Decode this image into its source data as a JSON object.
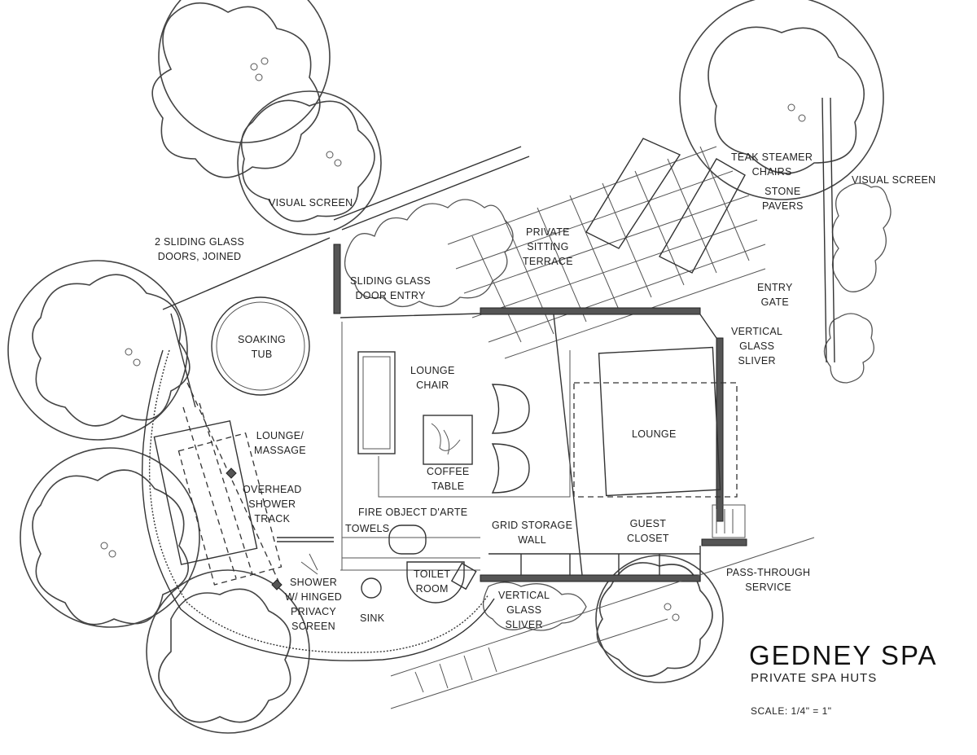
{
  "title": "GEDNEY SPA",
  "subtitle": "PRIVATE SPA HUTS",
  "scale": "SCALE: 1/4\" = 1\"",
  "labels": {
    "visual_screen_left": "VISUAL SCREEN",
    "sliding_doors": [
      "2 SLIDING GLASS",
      "DOORS, JOINED"
    ],
    "soaking_tub": [
      "SOAKING",
      "TUB"
    ],
    "sliding_entry": [
      "SLIDING GLASS",
      "DOOR ENTRY"
    ],
    "private_terrace": [
      "PRIVATE",
      "SITTING",
      "TERRACE"
    ],
    "teak_chairs": [
      "TEAK STEAMER",
      "CHAIRS"
    ],
    "stone_pavers": [
      "STONE",
      "PAVERS"
    ],
    "visual_screen_right": "VISUAL SCREEN",
    "entry_gate": [
      "ENTRY",
      "GATE"
    ],
    "vertical_glass_upper": [
      "VERTICAL",
      "GLASS",
      "SLIVER"
    ],
    "lounge_chair": [
      "LOUNGE",
      "CHAIR"
    ],
    "lounge_massage": [
      "LOUNGE/",
      "MASSAGE"
    ],
    "coffee_table": [
      "COFFEE",
      "TABLE"
    ],
    "lounge": "LOUNGE",
    "overhead_shower": [
      "OVERHEAD",
      "SHOWER",
      "TRACK"
    ],
    "fire_object": "FIRE OBJECT D'ARTE",
    "towels": "TOWELS",
    "grid_storage": [
      "GRID STORAGE",
      "WALL"
    ],
    "guest_closet": [
      "GUEST",
      "CLOSET"
    ],
    "pass_through": [
      "PASS-THROUGH",
      "SERVICE"
    ],
    "toilet_room": [
      "TOILET",
      "ROOM"
    ],
    "shower_screen": [
      "SHOWER",
      "W/ HINGED",
      "PRIVACY",
      "SCREEN"
    ],
    "sink": "SINK",
    "vertical_glass_lower": [
      "VERTICAL",
      "GLASS",
      "SLIVER"
    ]
  }
}
